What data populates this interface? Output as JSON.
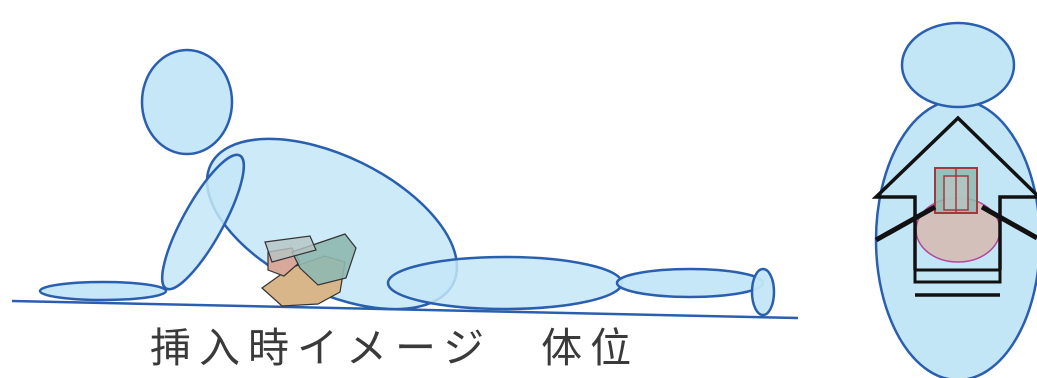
{
  "caption": "挿入時イメージ　体位",
  "colors": {
    "body_fill": "#c3e6f7",
    "body_stroke": "#2a5fb0",
    "ground_line": "#2a5fb0",
    "device_tan": "#d9b68a",
    "device_pink": "#d8a89a",
    "device_teal": "#8fb8b0",
    "device_gray": "#b7c4c4",
    "frame_black": "#111111",
    "pelvis_fill": "#d6b8b0",
    "pelvis_stroke": "#b04a9a",
    "frame_red": "#a33a3a"
  },
  "icons": {
    "side_view": "prone-figure-side-view",
    "front_view": "figure-front-view-with-frame"
  }
}
